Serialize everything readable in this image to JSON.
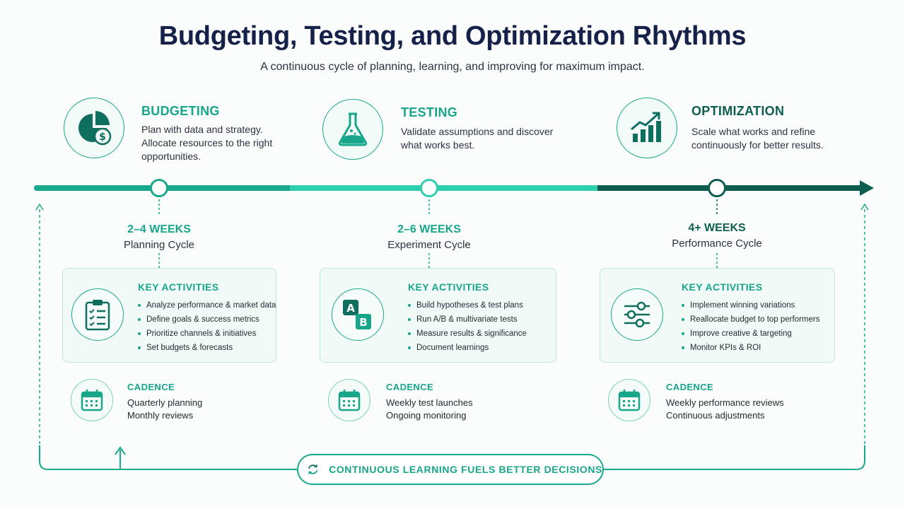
{
  "title": "Budgeting, Testing, and Optimization Rhythms",
  "subtitle": "A continuous cycle of planning, learning, and improving for maximum impact.",
  "colors": {
    "accent": "#17a689",
    "accent_light": "#2fcfae",
    "accent_dark": "#0e5e50",
    "navy": "#16214a"
  },
  "phases": [
    {
      "title": "BUDGETING",
      "title_color": "#17a689",
      "icon": "pie-chart-dollar-icon",
      "desc": [
        "Plan with data and strategy.",
        "Allocate resources to the right",
        "opportunities."
      ],
      "duration": "2–4 WEEKS",
      "cycle": "Planning Cycle",
      "activities_heading": "KEY ACTIVITIES",
      "activities_icon": "clipboard-checklist-icon",
      "activities": [
        "Analyze performance & market data",
        "Define goals & success metrics",
        "Prioritize channels & initiatives",
        "Set budgets & forecasts"
      ],
      "cadence_heading": "CADENCE",
      "cadence_icon": "calendar-icon",
      "cadence": [
        "Quarterly planning",
        "Monthly reviews"
      ]
    },
    {
      "title": "TESTING",
      "title_color": "#17a689",
      "icon": "flask-icon",
      "desc": [
        "Validate assumptions and discover",
        "what works best."
      ],
      "duration": "2–6 WEEKS",
      "cycle": "Experiment Cycle",
      "activities_heading": "KEY ACTIVITIES",
      "activities_icon": "ab-test-icon",
      "activities": [
        "Build hypotheses & test plans",
        "Run A/B & multivariate tests",
        "Measure results & significance",
        "Document learnings"
      ],
      "cadence_heading": "CADENCE",
      "cadence_icon": "calendar-icon",
      "cadence": [
        "Weekly test launches",
        "Ongoing monitoring"
      ]
    },
    {
      "title": "OPTIMIZATION",
      "title_color": "#0e5e50",
      "icon": "growth-chart-icon",
      "desc": [
        "Scale what works and refine",
        "continuously for better results."
      ],
      "duration": "4+ WEEKS",
      "cycle": "Performance Cycle",
      "activities_heading": "KEY ACTIVITIES",
      "activities_icon": "sliders-icon",
      "activities": [
        "Implement winning variations",
        "Reallocate budget to top performers",
        "Improve creative & targeting",
        "Monitor KPIs & ROI"
      ],
      "cadence_heading": "CADENCE",
      "cadence_icon": "calendar-icon",
      "cadence": [
        "Weekly performance reviews",
        "Continuous adjustments"
      ]
    }
  ],
  "footer": {
    "text": "CONTINUOUS LEARNING FUELS BETTER DECISIONS",
    "icon": "cycle-arrows-icon"
  }
}
